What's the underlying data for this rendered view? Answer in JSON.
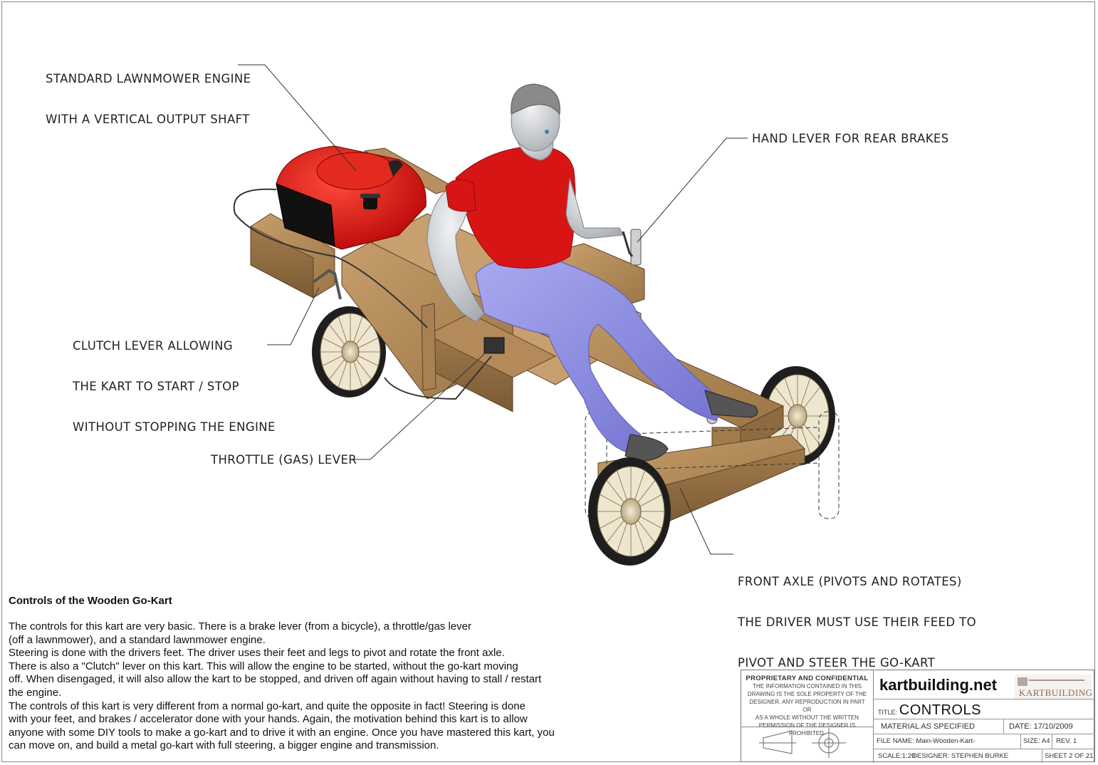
{
  "callouts": {
    "engine_line1": "STANDARD LAWNMOWER ENGINE",
    "engine_line2": "WITH A VERTICAL OUTPUT SHAFT",
    "brake": "HAND LEVER FOR REAR BRAKES",
    "clutch_line1": "CLUTCH LEVER ALLOWING",
    "clutch_line2": "THE KART TO START / STOP",
    "clutch_line3": "WITHOUT STOPPING THE ENGINE",
    "throttle": "THROTTLE (GAS) LEVER",
    "axle_line1": "FRONT AXLE (PIVOTS AND ROTATES)",
    "axle_line2": "THE DRIVER MUST USE THEIR FEED TO",
    "axle_line3": "PIVOT AND STEER THE GO-KART"
  },
  "description": {
    "heading": "Controls of the Wooden Go-Kart",
    "lines": [
      "The controls for this kart are very basic. There is a brake lever (from a bicycle), a throttle/gas lever",
      "(off a lawnmower), and a standard lawnmower engine.",
      "Steering is done with the drivers feet. The driver uses their feet and legs to pivot and rotate the front axle.",
      "There is also a \"Clutch\" lever on this kart. This will allow the engine to be started, without the go-kart moving",
      "off. When disengaged, it will also allow the kart to be stopped, and driven off again without having to stall / restart",
      "the engine.",
      "The controls of this kart is very different from a normal go-kart, and quite the opposite in fact! Steering is done",
      "with your feet, and brakes / accelerator done with your hands. Again, the motivation behind this kart is to allow",
      "anyone with some DIY tools to make a go-kart and to drive it with an engine. Once you have mastered this kart, you",
      "can move on, and build a metal go-kart with full steering, a bigger engine and transmission."
    ]
  },
  "title_block": {
    "proprietary_heading": "PROPRIETARY AND CONFIDENTIAL",
    "proprietary_lines": [
      "THE INFORMATION CONTAINED IN THIS",
      "DRAWING IS THE SOLE PROPERTY OF THE",
      "DESIGNER.  ANY REPRODUCTION IN PART OR",
      "AS A WHOLE WITHOUT THE WRITTEN",
      "PERMISSION OF THE DESIGNER IS PROHIBITED."
    ],
    "website": "kartbuilding.net",
    "logo_text": "KARTBUILDING",
    "title_label": "TITLE:",
    "title": "CONTROLS",
    "material": "MATERIAL AS SPECIFIED",
    "date": "DATE:  17/10/2009",
    "file_name": "FILE NAME: Main-Wooden-Kart-",
    "size": "SIZE: A4",
    "rev": "REV.  1",
    "scale": "SCALE:1:20",
    "designer": "DESIGNER: STEPHEN BURKE",
    "sheet": "SHEET 2 OF 21"
  },
  "colors": {
    "wood": "#b08a5c",
    "wood_dark": "#7d5d3a",
    "engine_red": "#e01010",
    "shirt_red": "#d81515",
    "trousers": "#8f8fe0",
    "skin": "#d8dadd",
    "hair": "#8a8a8a",
    "tyre": "#222222"
  }
}
